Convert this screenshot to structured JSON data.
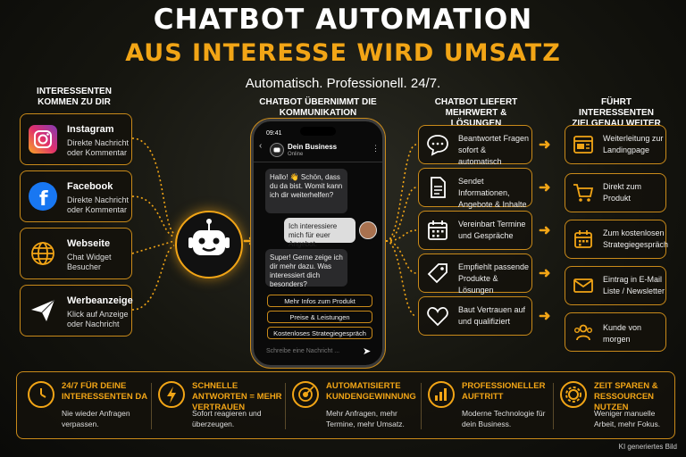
{
  "header": {
    "title_line1": "CHATBOT AUTOMATION",
    "title_line2": "AUS INTERESSE WIRD UMSATZ",
    "tagline": "Automatisch. Professionell. 24/7."
  },
  "columns": {
    "col1": "INTERESSENTEN KOMMEN ZU DIR",
    "col2": "CHATBOT ÜBERNIMMT DIE KOMMUNIKATION",
    "col3": "CHATBOT LIEFERT MEHRWERT & LÖSUNGEN",
    "col4": "FÜHRT INTERESSENTEN ZIELGENAU WEITER"
  },
  "sources": [
    {
      "title": "Instagram",
      "subtitle": "Direkte Nachricht oder Kommentar",
      "icon": "instagram-icon",
      "color": "#d6249f"
    },
    {
      "title": "Facebook",
      "subtitle": "Direkte Nachricht oder Kommentar",
      "icon": "facebook-icon",
      "color": "#1877f2"
    },
    {
      "title": "Webseite",
      "subtitle": "Chat Widget Besucher",
      "icon": "globe-icon",
      "color": "#f2a516"
    },
    {
      "title": "Werbeanzeige",
      "subtitle": "Klick auf Anzeige oder Nachricht",
      "icon": "paper-plane-icon",
      "color": "#ffffff"
    }
  ],
  "phone": {
    "time": "09:41",
    "contact_name": "Dein Business",
    "status": "Online",
    "msg_bot_1": "Hallo! 👋 Schön, dass du da bist. Womit kann ich dir weiterhelfen?",
    "msg_user": "Ich interessiere mich für euer Angebot.",
    "msg_bot_2": "Super! Gerne zeige ich dir mehr dazu. Was interessiert dich besonders?",
    "buttons": [
      "Mehr Infos zum Produkt",
      "Preise & Leistungen",
      "Kostenloses Strategiegespräch"
    ],
    "input_placeholder": "Schreibe eine Nachricht ..."
  },
  "values": [
    {
      "text": "Beantwortet Fragen sofort & automatisch",
      "icon": "chat-bubble-icon"
    },
    {
      "text": "Sendet Informationen, Angebote & Inhalte",
      "icon": "document-icon"
    },
    {
      "text": "Vereinbart Termine und Gespräche",
      "icon": "calendar-icon"
    },
    {
      "text": "Empfiehlt passende Produkte & Lösungen",
      "icon": "tag-icon"
    },
    {
      "text": "Baut Vertrauen auf und qualifiziert",
      "icon": "heart-icon"
    }
  ],
  "targets": [
    {
      "text": "Weiterleitung zur Landingpage",
      "icon": "browser-icon"
    },
    {
      "text": "Direkt zum Produkt",
      "icon": "cart-icon"
    },
    {
      "text": "Zum kostenlosen Strategiegespräch",
      "icon": "calendar-icon"
    },
    {
      "text": "Eintrag in E-Mail Liste / Newsletter",
      "icon": "mail-icon"
    },
    {
      "text": "Kunde von morgen",
      "icon": "people-icon"
    }
  ],
  "benefits": [
    {
      "title": "24/7 FÜR DEINE INTERESSENTEN DA",
      "text": "Nie wieder Anfragen verpassen.",
      "icon": "clock-icon"
    },
    {
      "title": "SCHNELLE ANTWORTEN = MEHR VERTRAUEN",
      "text": "Sofort reagieren und überzeugen.",
      "icon": "lightning-icon"
    },
    {
      "title": "AUTOMATISIERTE KUNDENGEWINNUNG",
      "text": "Mehr Anfragen, mehr Termine, mehr Umsatz.",
      "icon": "target-icon"
    },
    {
      "title": "PROFESSIONELLER AUFTRITT",
      "text": "Moderne Technologie für dein Business.",
      "icon": "bar-chart-icon"
    },
    {
      "title": "ZEIT SPAREN & RESSOURCEN NUTZEN",
      "text": "Weniger manuelle Arbeit, mehr Fokus.",
      "icon": "gear-icon"
    }
  ],
  "footer": "KI generiertes Bild",
  "colors": {
    "accent": "#f2a516",
    "border": "#c98a1a"
  }
}
